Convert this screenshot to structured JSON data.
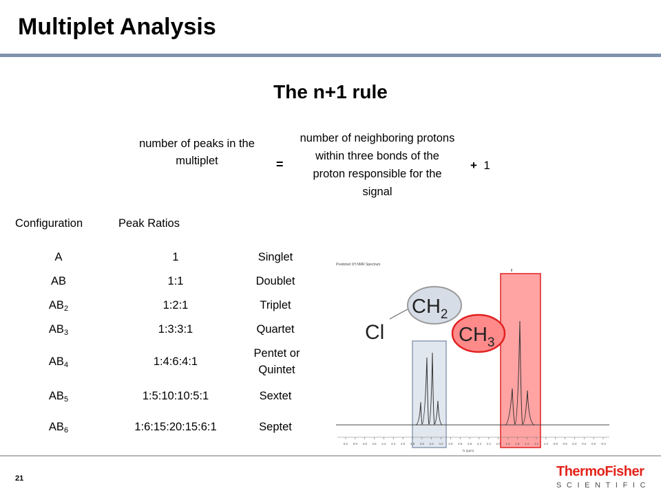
{
  "slide": {
    "title": "Multiplet Analysis",
    "page_number": "21"
  },
  "rule": {
    "heading": "The n+1 rule",
    "left_text": "number of peaks in the multiplet",
    "equals": "=",
    "right_text": "number of neighboring protons within three bonds of the proton responsible for the signal",
    "plus": "+",
    "one": "1"
  },
  "table": {
    "headers": [
      "Configuration",
      "Peak Ratios"
    ],
    "rows": [
      {
        "config": "A",
        "sub": "",
        "ratio": "1",
        "name": "Singlet"
      },
      {
        "config": "AB",
        "sub": "",
        "ratio": "1:1",
        "name": "Doublet"
      },
      {
        "config": "AB",
        "sub": "2",
        "ratio": "1:2:1",
        "name": "Triplet"
      },
      {
        "config": "AB",
        "sub": "3",
        "ratio": "1:3:3:1",
        "name": "Quartet"
      },
      {
        "config": "AB",
        "sub": "4",
        "ratio": "1:4:6:4:1",
        "name": "Pentet or Quintet"
      },
      {
        "config": "AB",
        "sub": "5",
        "ratio": "1:5:10:10:5:1",
        "name": "Sextet"
      },
      {
        "config": "AB",
        "sub": "6",
        "ratio": "1:6:15:20:15:6:1",
        "name": "Septet"
      }
    ]
  },
  "spectrum": {
    "caption": "Predicted 1H NMR Spectrum",
    "axis_label": "f1 (ppm)",
    "ticks": [
      "5.2",
      "5.0",
      "4.8",
      "4.6",
      "4.4",
      "4.2",
      "4.0",
      "3.8",
      "3.6",
      "3.4",
      "3.2",
      "3.0",
      "2.8",
      "2.6",
      "2.4",
      "2.2",
      "2.0",
      "1.8",
      "1.6",
      "1.4",
      "1.2",
      "1.0",
      "0.8",
      "0.6",
      "0.4",
      "0.2",
      "0.0",
      "-0.2"
    ],
    "molecule": {
      "chlorine": "Cl",
      "ch2": "CH",
      "ch2_sub": "2",
      "ch3": "CH",
      "ch3_sub": "3"
    },
    "colors": {
      "ch2_highlight": "#c9d3e0",
      "ch3_highlight": "#ff6b6b",
      "ch3_stroke": "#e02020"
    }
  },
  "brand": {
    "name_top": "ThermoFisher",
    "name_bottom": "SCIENTIFIC"
  }
}
